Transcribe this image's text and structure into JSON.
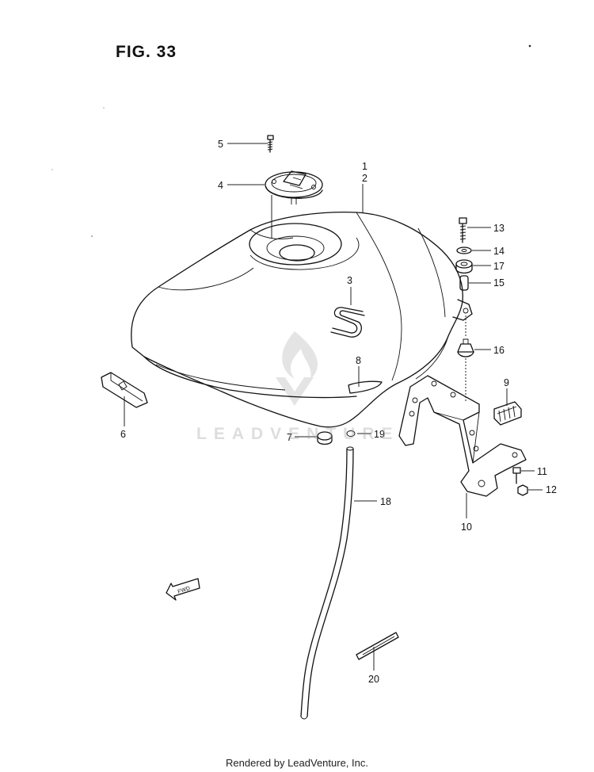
{
  "figure": {
    "title": "FIG. 33"
  },
  "callouts": [
    "1",
    "2",
    "3",
    "4",
    "5",
    "6",
    "7",
    "8",
    "9",
    "10",
    "11",
    "12",
    "13",
    "14",
    "15",
    "16",
    "17",
    "18",
    "19",
    "20"
  ],
  "watermark": "LEADVENTURE",
  "footer": "Rendered by LeadVenture, Inc."
}
